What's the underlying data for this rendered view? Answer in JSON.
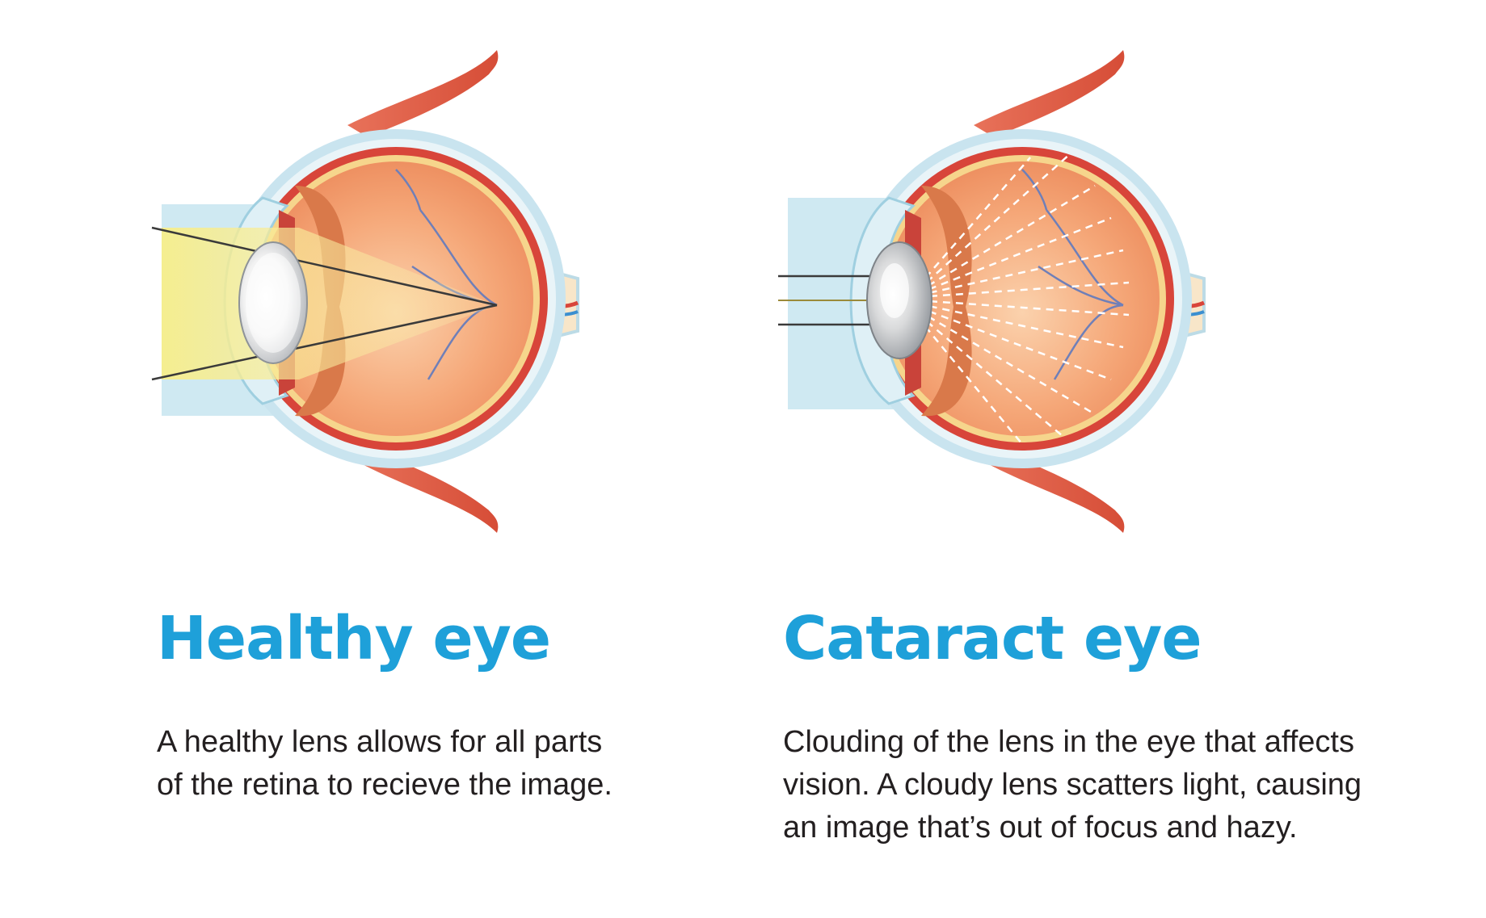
{
  "colors": {
    "heading": "#1ea0d9",
    "body_text": "#231f20",
    "light_box": "#cfe9f2",
    "sclera_outer": "#c9e4ef",
    "retina_red": "#d8453a",
    "choroid_yellow": "#f6d58c",
    "vitreous": "#f3a070",
    "muscle": "#e2614a",
    "ray_glow": "#f7f0a0"
  },
  "panels": [
    {
      "key": "healthy",
      "title": "Healthy eye",
      "description_lines": [
        "A  healthy lens allows for all parts",
        "of the retina to recieve the image."
      ],
      "lens_state": "clear",
      "light_path": "focused-on-retina"
    },
    {
      "key": "cataract",
      "title": "Cataract eye",
      "description_lines": [
        "Clouding of the lens in the eye that affects",
        "vision. A cloudy lens scatters light, causing",
        "an image that’s out of focus and hazy."
      ],
      "lens_state": "cloudy",
      "light_path": "scattered"
    }
  ]
}
